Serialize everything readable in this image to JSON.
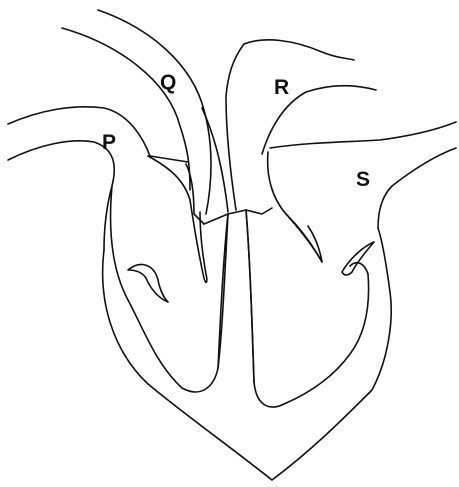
{
  "diagram": {
    "colors": {
      "background": "#ffffff",
      "line": "#111111"
    },
    "labels": {
      "p": "P",
      "q": "Q",
      "r": "R",
      "s": "S"
    }
  }
}
